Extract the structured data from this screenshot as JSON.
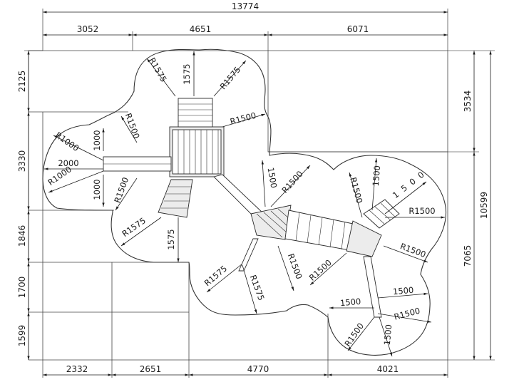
{
  "dimensions": {
    "top_total": "13774",
    "top_left": "3052",
    "top_mid": "4651",
    "top_right": "6071",
    "bottom_1": "2332",
    "bottom_2": "2651",
    "bottom_3": "4770",
    "bottom_4": "4021",
    "left_1": "2125",
    "left_2": "3330",
    "left_3": "1846",
    "left_4": "1700",
    "left_5": "1599",
    "right_upper": "3534",
    "right_lower": "7065",
    "right_total": "10599"
  },
  "radii": {
    "r1575_a": "R1575",
    "v1575_top": "1575",
    "r1575_b": "R1575",
    "r1500_top": "R1500",
    "r1500_left_a": "R1500",
    "r1000_a": "R1000",
    "v1000_a": "1000",
    "h2000": "2000",
    "r1000_b": "R1000",
    "v1000_b": "1000",
    "r1500_left_b": "R1500",
    "r1575_c": "R1575",
    "v1575_c": "1575",
    "v1500_mid": "1500",
    "r1500_mid": "R1500",
    "r1500_mid_b": "R1500",
    "v1500_right": "1500",
    "h1500_spaced": "1 5 0 0",
    "r1500_right_a": "R1500",
    "r1500_right_b": "R1500",
    "r1575_d": "R1575",
    "r1575_e": "R1575",
    "r1500_low_a": "R1500",
    "r1500_low_b": "R1500",
    "h1500_low": "1500",
    "h1500_low_b": "1500",
    "r1500_low_c": "R1500",
    "r1500_bottom": "R1500",
    "v1500_bottom": "1500"
  }
}
